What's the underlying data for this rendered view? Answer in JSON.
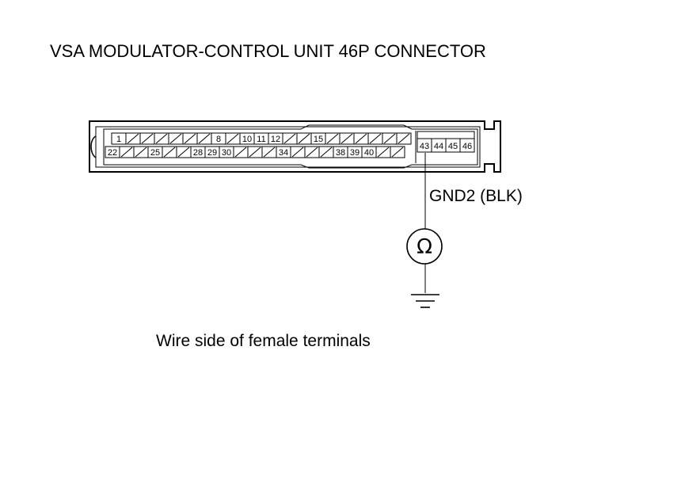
{
  "title": "VSA MODULATOR-CONTROL UNIT 46P CONNECTOR",
  "wire_label": "GND2 (BLK)",
  "caption": "Wire side of female terminals",
  "meter_symbol": "Ω",
  "meter_icon": "ohmmeter-icon",
  "ground_icon": "ground-icon",
  "connector": {
    "top_row": [
      "1",
      "",
      "",
      "",
      "",
      "",
      "",
      "8",
      "",
      "10",
      "11",
      "12",
      "",
      "",
      "15",
      "",
      "",
      "",
      "",
      "",
      ""
    ],
    "bottom_row": [
      "22",
      "",
      "",
      "25",
      "",
      "",
      "28",
      "29",
      "30",
      "",
      "",
      "",
      "34",
      "",
      "",
      "",
      "38",
      "39",
      "40",
      "",
      ""
    ],
    "right_block": [
      "43",
      "44",
      "45",
      "46"
    ],
    "probed_terminal": "43"
  }
}
